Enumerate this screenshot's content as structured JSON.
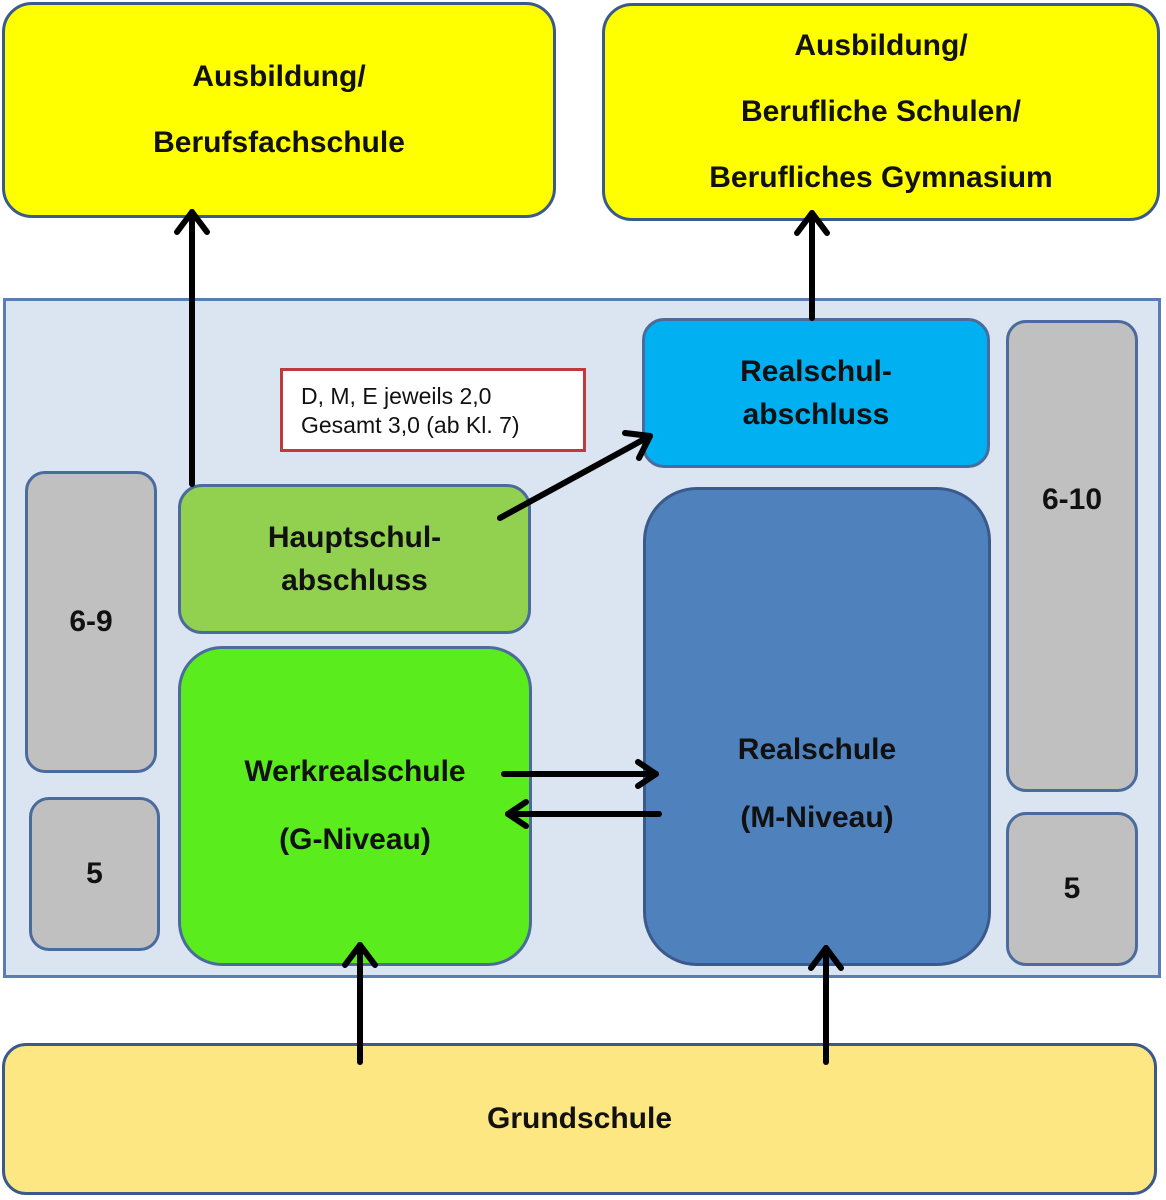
{
  "nodes": {
    "top_left": {
      "lines": [
        "Ausbildung/",
        "Berufsfachschule"
      ]
    },
    "top_right": {
      "lines": [
        "Ausbildung/",
        "Berufliche Schulen/",
        "Berufliches Gymnasium"
      ]
    },
    "grades_left_upper": "6-9",
    "grades_left_lower": "5",
    "grades_right_upper": "6-10",
    "grades_right_lower": "5",
    "hauptschulabschluss": {
      "lines": [
        "Hauptschul-",
        "abschluss"
      ]
    },
    "werkrealschule": {
      "lines": [
        "Werkrealschule",
        "(G-Niveau)"
      ]
    },
    "realschulabschluss": {
      "lines": [
        "Realschul-",
        "abschluss"
      ]
    },
    "realschule": {
      "lines": [
        "Realschule",
        "(M-Niveau)"
      ]
    },
    "grundschule": "Grundschule"
  },
  "note": {
    "lines": [
      "D, M, E jeweils 2,0",
      "Gesamt 3,0 (ab Kl. 7)"
    ]
  },
  "colors": {
    "yellow": "#ffff00",
    "panel": "#dbe4f1",
    "grey": "#c0c0c0",
    "light_green": "#92d050",
    "bright_green": "#5aec1c",
    "cyan": "#00b0f0",
    "blue": "#4f81bd",
    "pale_yellow": "#fde783",
    "note_border": "#c0393b"
  }
}
